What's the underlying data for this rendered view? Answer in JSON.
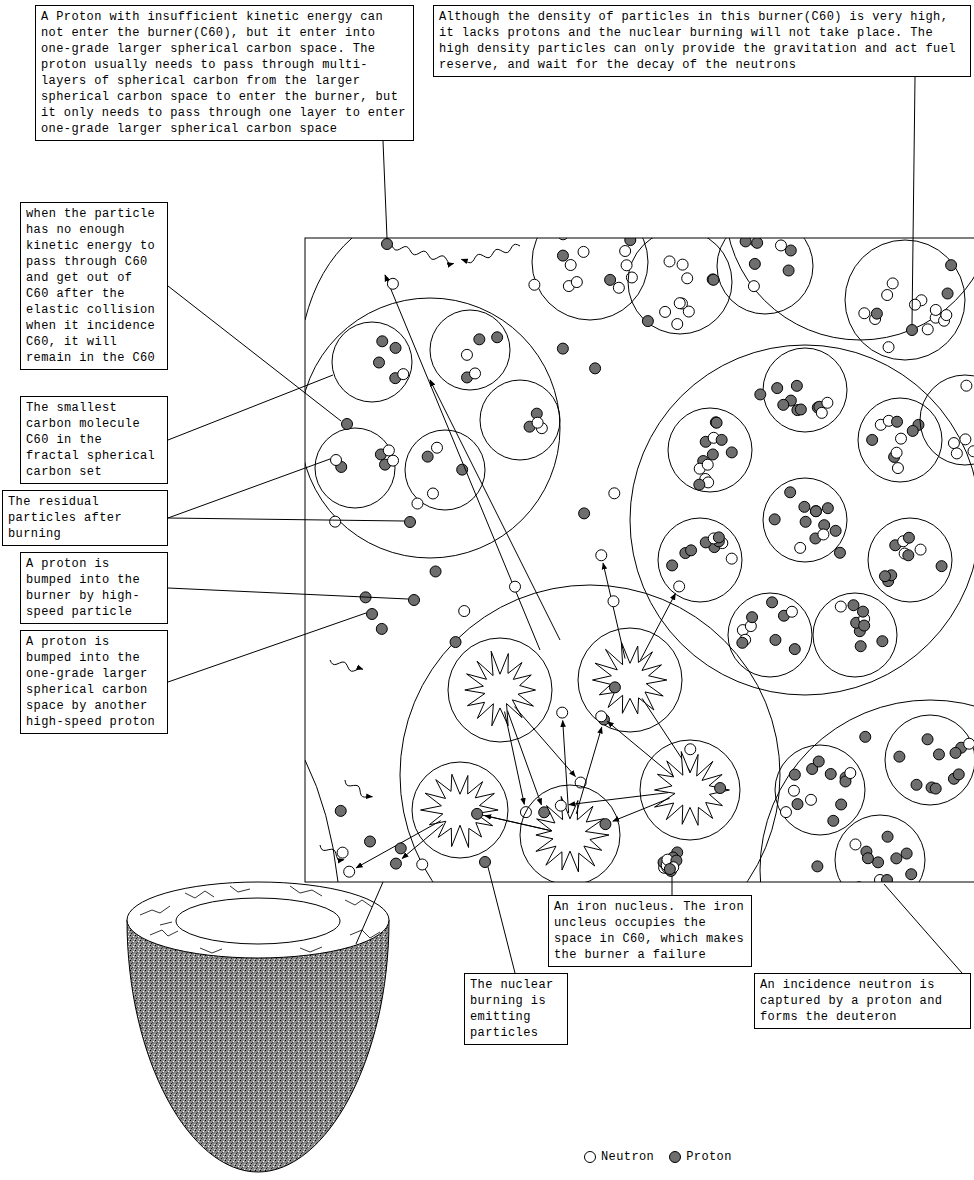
{
  "diagram": {
    "nodes": [
      {
        "text": [
          "A Proton with insufficient kinetic energy can not enter the burner(C60), but it enter into one-grade larger spherical carbon space. The proton usually needs to pass through multi-layers of spherical carbon from the larger spherical carbon space to enter the burner, but it only needs to pass through one layer to enter one-grade larger spherical carbon space"
        ]
      },
      {
        "text": [
          "Although the density of particles in this burner(C60) is very high, it lacks protons and the nuclear burning will not take place. The high density particles can only provide the gravitation and act fuel reserve, and wait for the decay of the neutrons"
        ]
      },
      {
        "text": [
          "when the particle has no enough kinetic energy to pass through C60 and get out of C60 after the elastic collision when it incidence C60, it will remain in the C60"
        ]
      },
      {
        "text": [
          "The smallest carbon molecule C60 in the fractal spherical carbon set"
        ]
      },
      {
        "text": [
          "The residual particles after burning"
        ]
      },
      {
        "text": [
          "A proton is bumped into the burner by high-speed particle"
        ]
      },
      {
        "text": [
          "A proton is bumped into the one-grade larger spherical carbon space by another high-speed proton"
        ]
      },
      {
        "text": [
          "An iron nucleus. The iron uncleus occupies the space in C60, which makes the burner a failure"
        ]
      },
      {
        "text": [
          "The nuclear burning is emitting particles"
        ]
      },
      {
        "text": [
          "An incidence neutron is captured by a proton and forms the deuteron"
        ]
      }
    ],
    "legend": [
      {
        "text": "Neutron"
      },
      {
        "text": "Proton"
      }
    ]
  }
}
